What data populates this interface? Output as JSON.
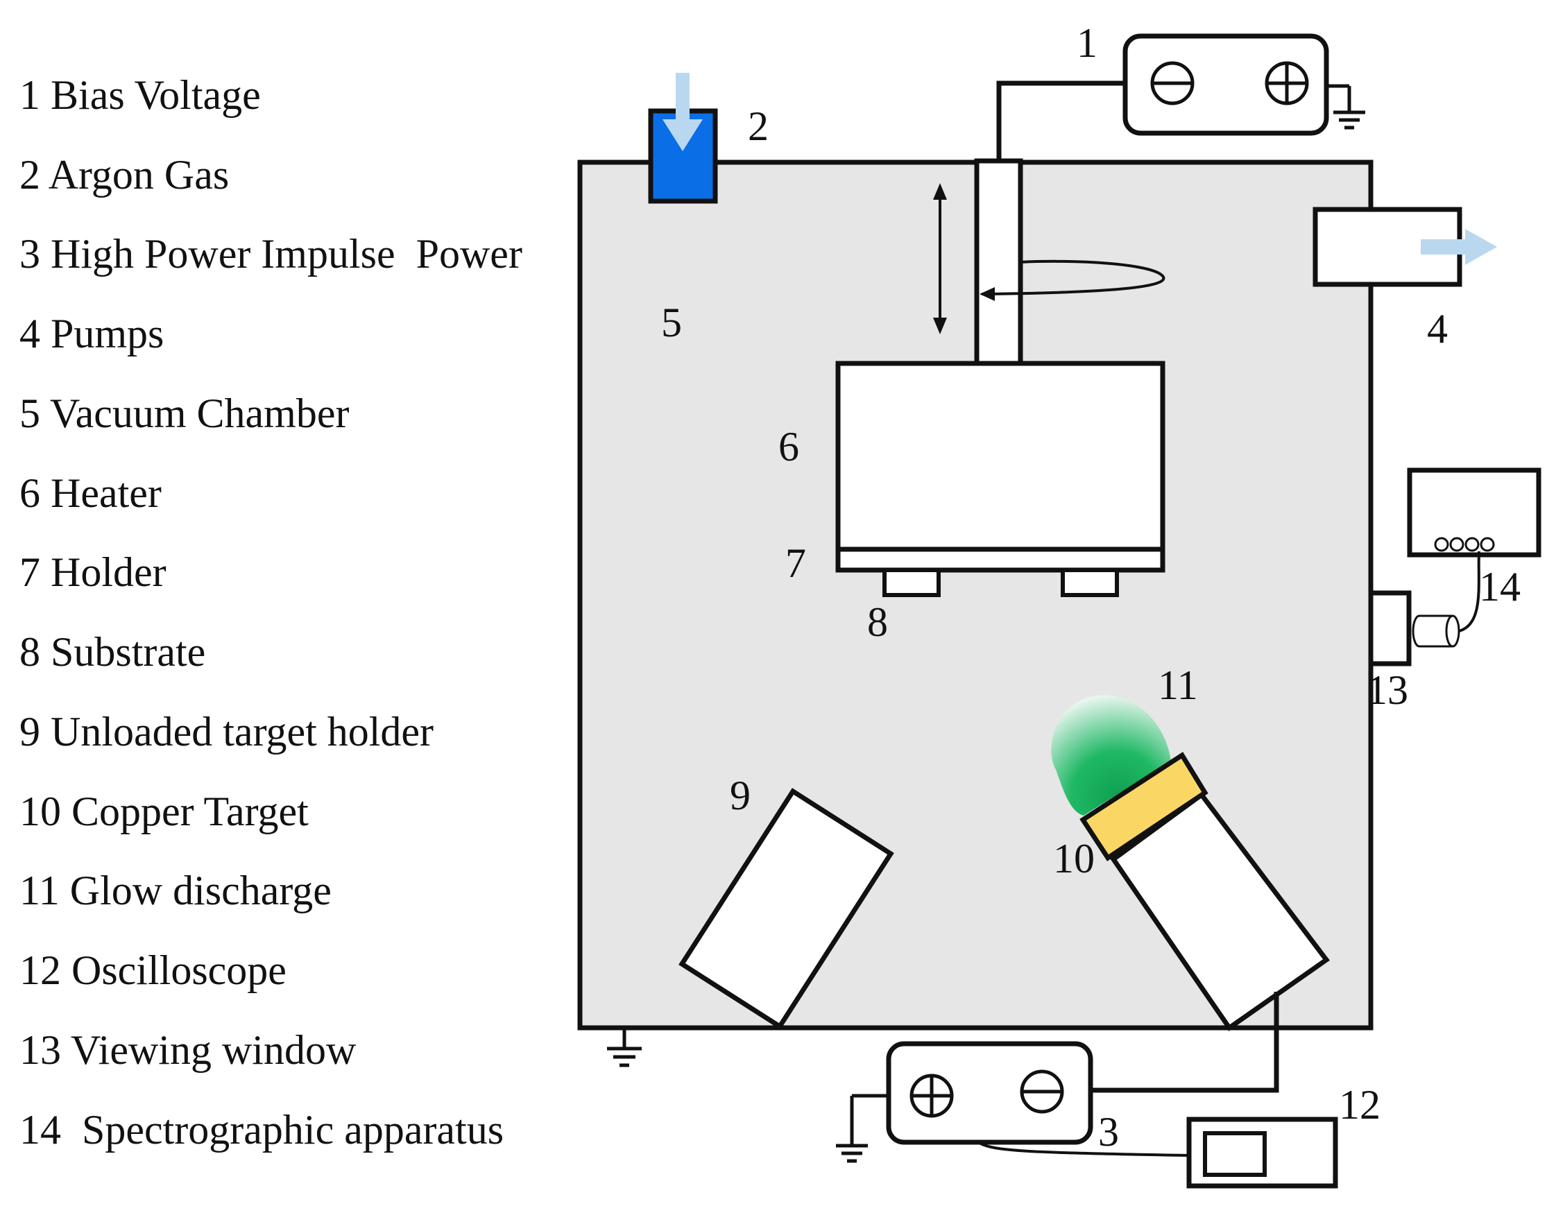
{
  "legend": [
    "1 Bias Voltage",
    "2 Argon Gas",
    "3 High Power Impulse  Power",
    "4 Pumps",
    "5 Vacuum Chamber",
    "6 Heater",
    "7 Holder",
    "8 Substrate",
    "9 Unloaded target holder",
    "10 Copper Target",
    "11 Glow discharge",
    "12 Oscilloscope",
    "13 Viewing window",
    "14  Spectrographic apparatus"
  ],
  "callouts": {
    "bias": "1",
    "argon": "2",
    "hipims": "3",
    "pumps": "4",
    "chamber": "5",
    "heater": "6",
    "holder": "7",
    "substrate": "8",
    "unloaded_target": "9",
    "copper_target": "10",
    "glow": "11",
    "oscilloscope": "12",
    "window": "13",
    "spectrograph": "14"
  },
  "colors": {
    "chamber_fill": "#e6e6e6",
    "argon_inlet": "#0a6ee6",
    "flow_arrow": "#b9d8f0",
    "copper_target": "#fad764",
    "glow_green": "#14b45a"
  }
}
